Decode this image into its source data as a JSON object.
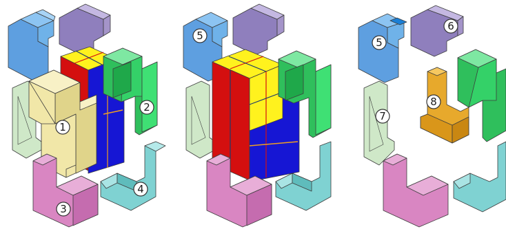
{
  "colors": {
    "piece1": "#f1e7a8",
    "piece2": "#34d168",
    "piece3": "#d986c2",
    "piece4": "#7fd2d2",
    "piece5": "#6fb2e9",
    "piece6": "#a494c9",
    "piece7": "#cfe8c8",
    "piece8": "#e7a92c",
    "cube_yellow": "#fff21e",
    "cube_red": "#d40f0f",
    "cube_blue": "#1616d4",
    "arrow_orange": "#f0a020",
    "arrow_dark": "#1f3b6b"
  },
  "panels": [
    {
      "name": "left-assembly",
      "labels": [
        "1",
        "2",
        "3",
        "4"
      ]
    },
    {
      "name": "middle-assembly",
      "labels": [
        "5"
      ]
    },
    {
      "name": "right-assembly",
      "labels": [
        "5",
        "6",
        "7",
        "8"
      ]
    }
  ]
}
